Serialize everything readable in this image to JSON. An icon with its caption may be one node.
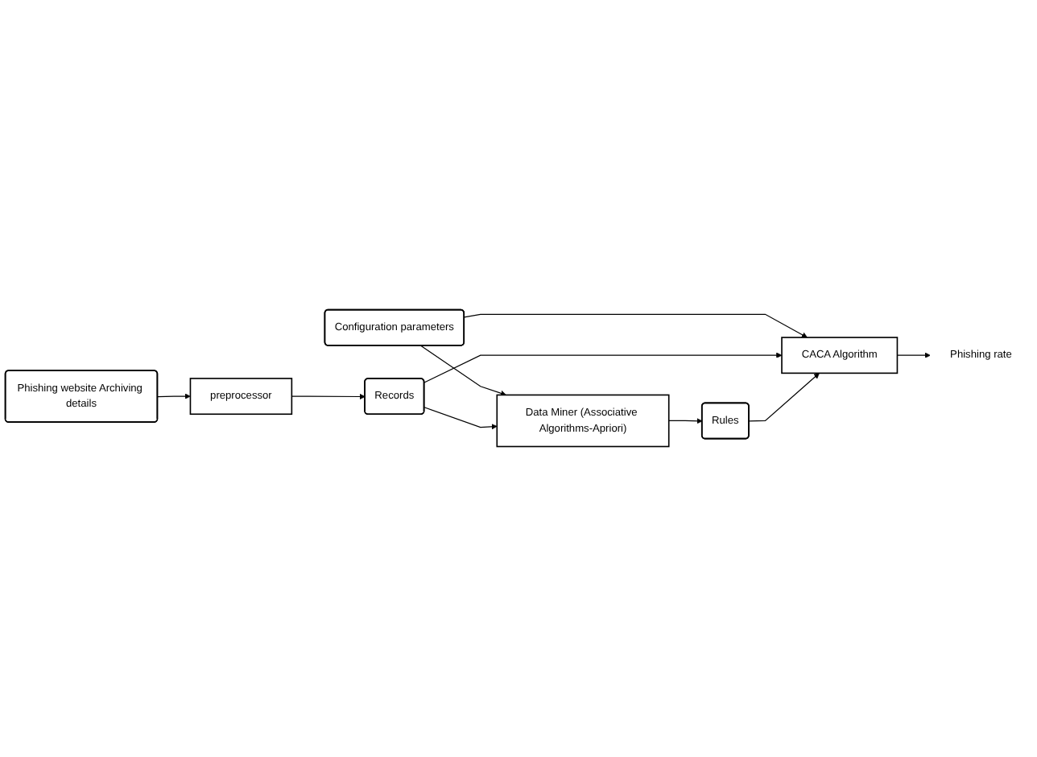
{
  "diagram": {
    "nodes": [
      {
        "text": [
          "Configuration parameters"
        ]
      },
      {
        "text": [
          "Data Miner (Associative Algorithms-Apriori)"
        ]
      },
      {
        "text": [
          "preprocessor"
        ]
      },
      {
        "text": [
          "Records"
        ]
      },
      {
        "text": [
          "Rules"
        ]
      },
      {
        "text": [
          "Phishing website Archiving details"
        ]
      },
      {
        "text": [
          "CACA Algorithm"
        ]
      },
      {
        "text": [
          "Phishing rate"
        ]
      }
    ],
    "edges": [
      {
        "from": 0,
        "to": 1,
        "arrow": "to"
      },
      {
        "from": 0,
        "to": 6,
        "arrow": "to"
      },
      {
        "from": 5,
        "to": 2,
        "arrow": "to"
      },
      {
        "from": 2,
        "to": 3,
        "arrow": "to"
      },
      {
        "from": 3,
        "to": 1,
        "arrow": "to"
      },
      {
        "from": 3,
        "to": 6,
        "arrow": "to"
      },
      {
        "from": 1,
        "to": 4,
        "arrow": "to"
      },
      {
        "from": 4,
        "to": 6,
        "arrow": "to"
      },
      {
        "from": 6,
        "to": 7,
        "arrow": "to"
      }
    ]
  }
}
